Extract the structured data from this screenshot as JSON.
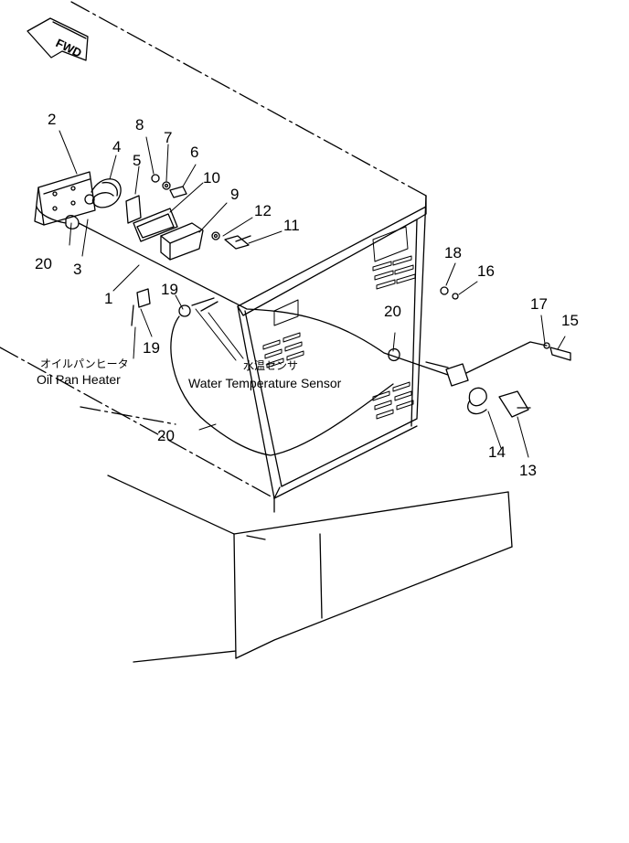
{
  "direction": {
    "fwd": "FWD"
  },
  "labels": {
    "oil_pan_heater_jp": "オイルパンヒータ",
    "oil_pan_heater_en": "Oil Pan Heater",
    "water_temp_sensor_jp": "水温センサ",
    "water_temp_sensor_en": "Water Temperature Sensor"
  },
  "callouts": {
    "p1": "1",
    "p2": "2",
    "p3": "3",
    "p4": "4",
    "p5": "5",
    "p6": "6",
    "p7": "7",
    "p8": "8",
    "p9": "9",
    "p10": "10",
    "p11": "11",
    "p12": "12",
    "p13": "13",
    "p14": "14",
    "p15": "15",
    "p16": "16",
    "p17": "17",
    "p18": "18",
    "p19a": "19",
    "p19b": "19",
    "p20a": "20",
    "p20b": "20",
    "p20c": "20"
  }
}
